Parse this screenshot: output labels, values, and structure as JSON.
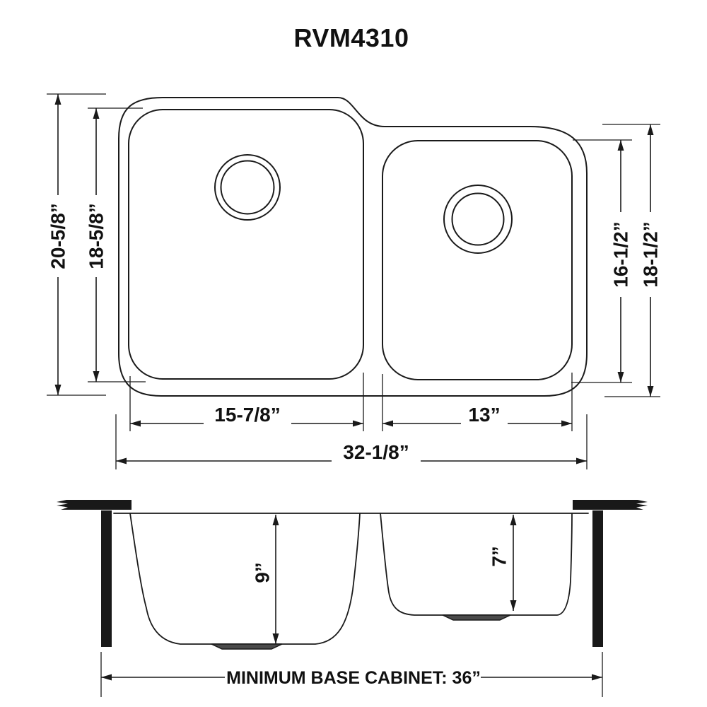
{
  "title": "RVM4310",
  "colors": {
    "line": "#1a1a1a",
    "background": "#ffffff",
    "drain_fill": "#4a4a4a",
    "solid_fill": "#191919"
  },
  "top_view": {
    "overall_height_left": "20-5/8”",
    "bowl_height_left": "18-5/8”",
    "bowl_height_right": "16-1/2”",
    "overall_height_right": "18-1/2”",
    "bowl_width_left": "15-7/8”",
    "bowl_width_right": "13”",
    "overall_width": "32-1/8”"
  },
  "side_view": {
    "bowl_depth_left": "9”",
    "bowl_depth_right": "7”",
    "base_cabinet_note": "MINIMUM BASE CABINET: 36”"
  }
}
